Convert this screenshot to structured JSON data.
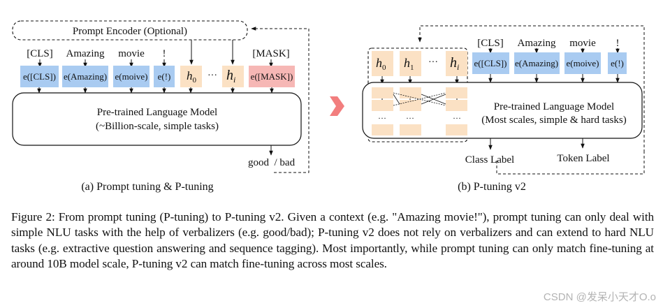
{
  "left_panel": {
    "prompt_encoder": "Prompt Encoder (Optional)",
    "top_words": [
      "[CLS]",
      "Amazing",
      "movie",
      "!",
      "[MASK]"
    ],
    "embeddings": [
      "e([CLS])",
      "e(Amazing)",
      "e(moive)",
      "e(!)",
      "e([MASK])"
    ],
    "h0": "h",
    "h0_sub": "0",
    "dots": "···",
    "hi": "h",
    "hi_sub": "i",
    "model_line1": "Pre-trained Language Model",
    "model_line2": "(~Billion-scale, simple tasks)",
    "verbalizer": "good  / bad",
    "caption": "(a) Prompt tuning & P-tuning"
  },
  "right_panel": {
    "top_words": [
      "[CLS]",
      "Amazing",
      "movie",
      "!"
    ],
    "embeddings": [
      "e([CLS])",
      "e(Amazing)",
      "e(moive)",
      "e(!)"
    ],
    "h0": "h",
    "h0_sub": "0",
    "h1": "h",
    "h1_sub": "1",
    "dots": "···",
    "hi": "h",
    "hi_sub": "i",
    "model_line1": "Pre-trained Language Model",
    "model_line2": "(Most scales, simple & hard tasks)",
    "class_label": "Class Label",
    "token_label": "Token Label",
    "caption": "(b) P-tuning v2"
  },
  "colors": {
    "embedding_blue": "#a9cbf1",
    "prompt_orange": "#fbe1c4",
    "mask_pink": "#f6b7b5",
    "arrow_red": "#f27e7e"
  },
  "caption": "Figure 2: From prompt tuning (P-tuning) to P-tuning v2. Given a context (e.g. \"Amazing movie!\"), prompt tuning can only deal with simple NLU tasks with the help of verbalizers (e.g. good/bad); P-tuning v2 does not rely on verbalizers and can extend to hard NLU tasks (e.g. extractive question answering and sequence tagging). Most importantly, while prompt tuning can only match fine-tuning at around 10B model scale, P-tuning v2 can match fine-tuning across most scales.",
  "watermark": "CSDN @发呆小天才O.o"
}
